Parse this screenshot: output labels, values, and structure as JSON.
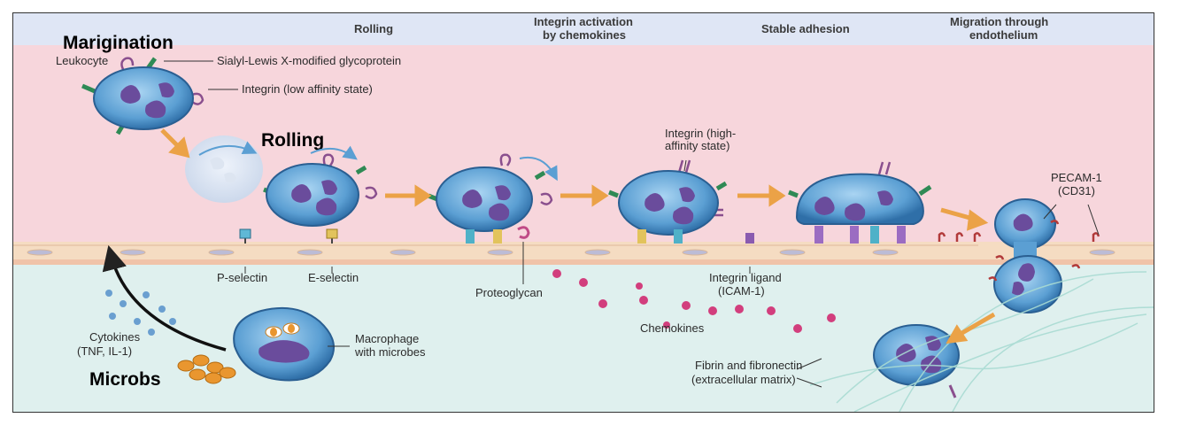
{
  "stages": [
    "Rolling",
    "Integrin activation",
    "by chemokines",
    "Stable adhesion",
    "Migration through",
    "endothelium"
  ],
  "titles": {
    "margination": "Marigination",
    "rolling": "Rolling",
    "microbs": "Microbs"
  },
  "labels": {
    "leukocyte": "Leukocyte",
    "sialyl": "Sialyl-Lewis X-modified glycoprotein",
    "integrin_low": "Integrin (low affinity state)",
    "integrin_high_1": "Integrin (high-",
    "integrin_high_2": "affinity state)",
    "pecam_1": "PECAM-1",
    "pecam_2": "(CD31)",
    "p_selectin": "P-selectin",
    "e_selectin": "E-selectin",
    "proteoglycan": "Proteoglycan",
    "ligand_1": "Integrin ligand",
    "ligand_2": "(ICAM-1)",
    "chemokines": "Chemokines",
    "cytokines_1": "Cytokines",
    "cytokines_2": "(TNF, IL-1)",
    "macrophage_1": "Macrophage",
    "macrophage_2": "with microbes",
    "fibrin_1": "Fibrin and fibronectin",
    "fibrin_2": "(extracellular matrix)"
  },
  "colors": {
    "header": "#dfe6f5",
    "lumen": "#f7d6dc",
    "tissue": "#dff0ee",
    "endothelium": "#f5dcc2",
    "cell": "#5b9fd3",
    "nucleus": "#6a4c9c",
    "arrow": "#eba247"
  }
}
